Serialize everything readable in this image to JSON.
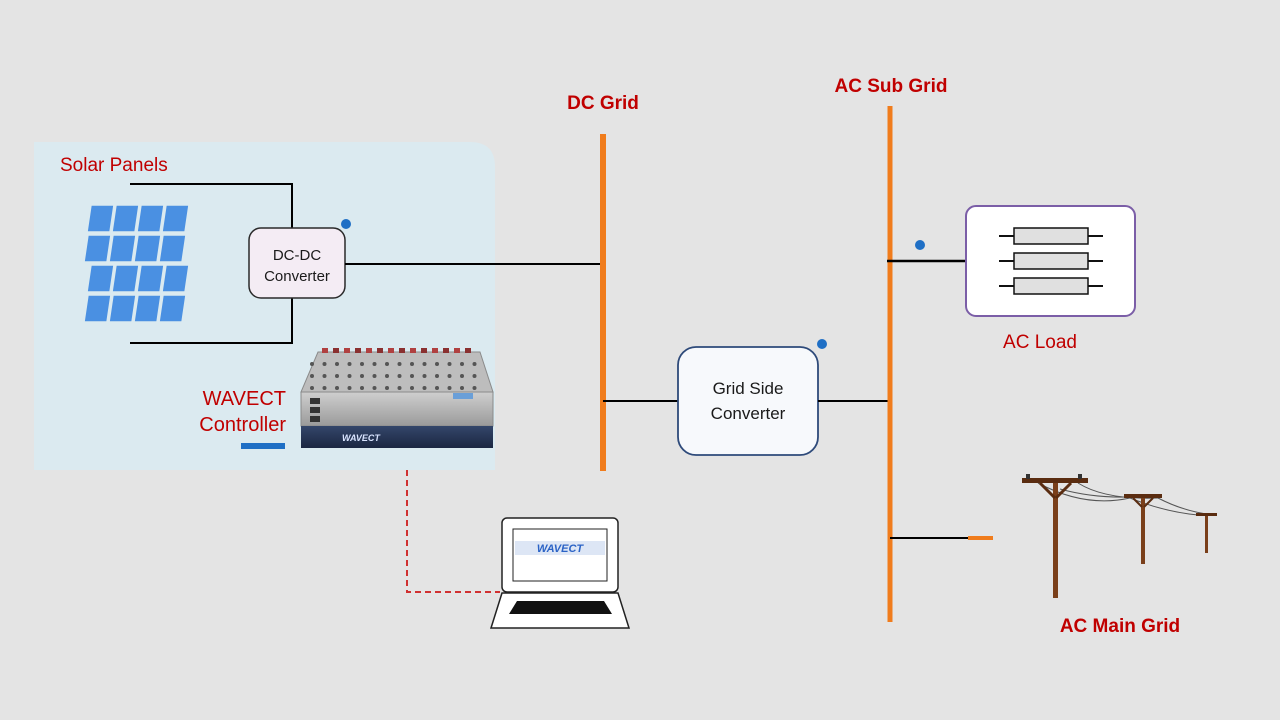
{
  "labels": {
    "solar_panels": "Solar Panels",
    "dc_dc_line1": "DC-DC",
    "dc_dc_line2": "Converter",
    "controller_line1": "WAVECT",
    "controller_line2": "Controller",
    "dc_grid": "DC Grid",
    "ac_sub_grid": "AC Sub Grid",
    "grid_side_line1": "Grid Side",
    "grid_side_line2": "Converter",
    "ac_load": "AC Load",
    "ac_main_grid": "AC Main Grid",
    "device_logo": "WAVECT",
    "laptop_logo": "WAVECT"
  },
  "colors": {
    "background": "#e4e4e4",
    "bus": "#f07c1c",
    "label_red": "#c00000",
    "solar_panel": "#4a90e2",
    "solar_area": "#dbeaf0",
    "indicator_dot": "#1f6fc5",
    "controller_blue": "#1f6fc5",
    "grid_converter_border": "#2e4a7a",
    "ac_load_border": "#7b5ea7",
    "pole_brown": "#7a3f1a"
  },
  "icons": [
    "solar-panel-icon",
    "wavect-controller-device-icon",
    "laptop-icon",
    "resistor-icon",
    "power-pole-icon"
  ]
}
